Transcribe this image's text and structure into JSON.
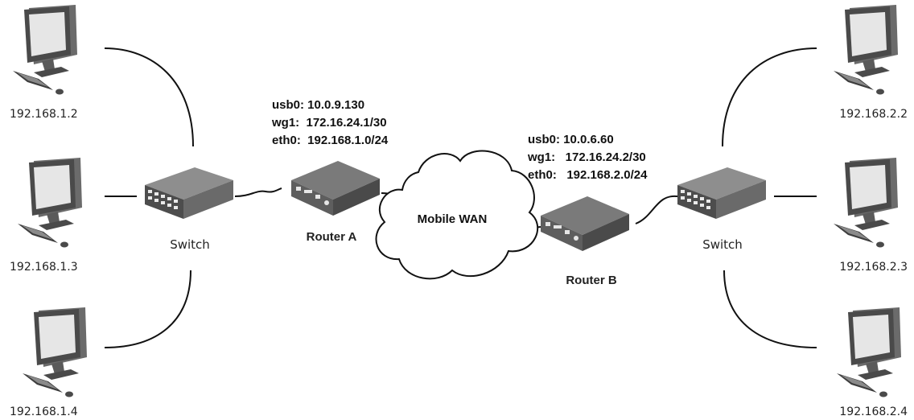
{
  "hosts_left": [
    {
      "ip": "192.168.1.2"
    },
    {
      "ip": "192.168.1.3"
    },
    {
      "ip": "192.168.1.4"
    }
  ],
  "hosts_right": [
    {
      "ip": "192.168.2.2"
    },
    {
      "ip": "192.168.2.3"
    },
    {
      "ip": "192.168.2.4"
    }
  ],
  "switch_left": {
    "label": "Switch"
  },
  "switch_right": {
    "label": "Switch"
  },
  "router_a": {
    "label": "Router A",
    "usb0": "usb0: 10.0.9.130",
    "wg1": "wg1:  172.16.24.1/30",
    "eth0": "eth0:  192.168.1.0/24"
  },
  "router_b": {
    "label": "Router B",
    "usb0": "usb0: 10.0.6.60",
    "wg1": "wg1:   172.16.24.2/30",
    "eth0": "eth0:   192.168.2.0/24"
  },
  "cloud": {
    "label": "Mobile WAN"
  }
}
